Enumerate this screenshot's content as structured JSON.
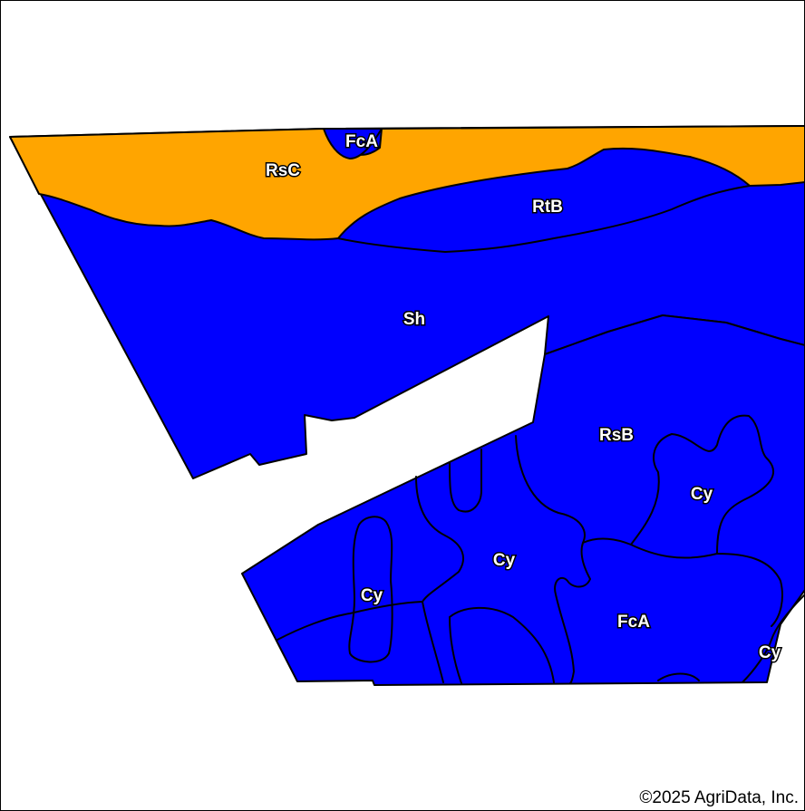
{
  "map": {
    "colors": {
      "blue_unit": "#0000ff",
      "orange_unit": "#ffa500",
      "outline": "#000000",
      "background": "#ffffff"
    },
    "labels": {
      "rsc": "RsC",
      "fca_top": "FcA",
      "rtb": "RtB",
      "sh": "Sh",
      "rsb": "RsB",
      "cy_right": "Cy",
      "cy_center": "Cy",
      "cy_left": "Cy",
      "fca_bottom": "FcA",
      "cy_edge": "Cy"
    },
    "copyright": "©2025 AgriData, Inc."
  }
}
